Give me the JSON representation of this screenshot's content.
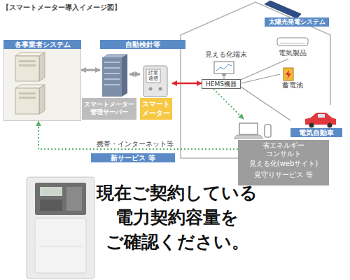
{
  "diagram": {
    "title": "【スマートメーター導入イメージ図】",
    "nodes": [
      {
        "text": [
          "各事業者システム"
        ]
      },
      {
        "text": [
          "自動検針等"
        ]
      },
      {
        "text": [
          "スマートメーター 管理サーバー"
        ]
      },
      {
        "text": [
          "スマートメーター"
        ]
      },
      {
        "text": [
          "太陽光発電システム"
        ]
      },
      {
        "text": [
          "見える化端末"
        ]
      },
      {
        "text": [
          "電気製品"
        ]
      },
      {
        "text": [
          "HEMS機器"
        ]
      },
      {
        "text": [
          "蓄電池"
        ]
      },
      {
        "text": [
          "電気自動車"
        ]
      },
      {
        "text": [
          "省エネルギー コンサルト",
          "見える化(webサイト)",
          "見守りサービス 等"
        ]
      },
      {
        "text": [
          "新サービス 等"
        ]
      }
    ],
    "edges": [
      {
        "from": 0,
        "to": 2,
        "arrow": "both"
      },
      {
        "from": 2,
        "to": 3,
        "arrow": "both"
      },
      {
        "from": 3,
        "to": 7,
        "arrow": "both"
      },
      {
        "from": 7,
        "to": 5,
        "arrow": "none"
      },
      {
        "from": 7,
        "to": 6,
        "arrow": "none"
      },
      {
        "from": 7,
        "to": 8,
        "arrow": "none"
      },
      {
        "from": 7,
        "to": 9,
        "arrow": "none"
      },
      {
        "from": 7,
        "to": 10,
        "arrow": "to"
      },
      {
        "from": 10,
        "to": 0,
        "arrow": "to",
        "label": "携帯・インターネット等"
      }
    ],
    "labels": [
      "計量",
      "通信",
      "現在ご契約している 電力契約容量を ご確認ください。"
    ]
  }
}
